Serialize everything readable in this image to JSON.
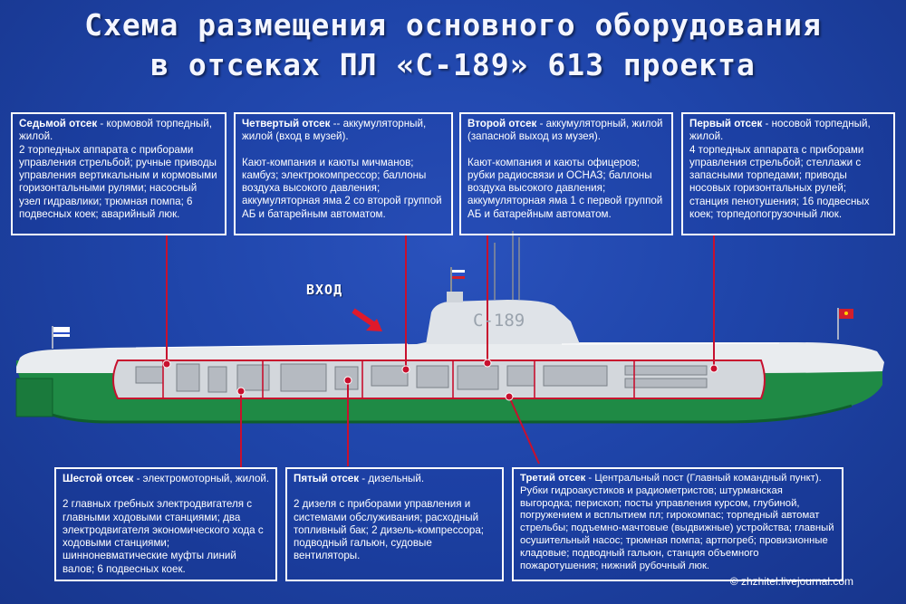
{
  "title": {
    "line1": "Схема размещения основного оборудования",
    "line2": "в отсеках ПЛ «С-189» 613 проекта"
  },
  "entry_label": "ВХОД",
  "sail_label": "С-189",
  "credit": "© zhzhitel.livejournal.com",
  "colors": {
    "background": "#1f45aa",
    "hull_upper": "#e9ecef",
    "hull_lower": "#1f8a45",
    "leader": "#c8102e",
    "text": "#ffffff"
  },
  "compartments": {
    "c7": {
      "head": "Седьмой отсек",
      "sub": " - кормовой торпедный, жилой.",
      "body": "2 торпедных аппарата с приборами управления стрельбой; ручные приводы управления вертикальным и кормовыми горизонтальными рулями; насосный узел гидравлики; трюмная помпа; 6 подвесных коек; аварийный люк."
    },
    "c4": {
      "head": "Четвертый отсек",
      "sub": " -- аккумуляторный, жилой (вход в музей).",
      "body": "Кают-компания и каюты мичманов; камбуз; электрокомпрессор; баллоны воздуха высокого давления; аккумуляторная яма 2 со второй группой АБ и батарейным автоматом."
    },
    "c2": {
      "head": "Второй отсек",
      "sub": " - аккумуляторный, жилой (запасной выход из музея).",
      "body": "Кают-компания и каюты офицеров; рубки радиосвязи и ОСНАЗ; баллоны воздуха высокого давления; аккумуляторная яма 1 с первой группой АБ и батарейным автоматом."
    },
    "c1": {
      "head": "Первый отсек",
      "sub": " - носовой торпедный, жилой.",
      "body": "4 торпедных аппарата с приборами управления стрельбой; стеллажи с запасными торпедами; приводы носовых горизонтальных рулей; станция пенотушения; 16 подвесных коек; торпедопогрузочный люк."
    },
    "c6": {
      "head": "Шестой отсек",
      "sub": " - электромоторный, жилой.",
      "body": "2 главных гребных электродвигателя с главными ходовыми станциями; два электродвигателя экономического хода с ходовыми станциями; шинноневматические муфты линий валов; 6 подвесных коек."
    },
    "c5": {
      "head": "Пятый отсек",
      "sub": " - дизельный.",
      "body": "2 дизеля с приборами управления и системами обслуживания; расходный топливный бак; 2 дизель-компрессора; подводный гальюн, судовые вентиляторы."
    },
    "c3": {
      "head": "Третий отсек",
      "sub": " - Центральный пост (Главный командный пункт).",
      "body": "Рубки гидроакустиков и радиометристов; штурманская выгородка; перископ; посты управления курсом, глубиной, погружением и всплытием пл; гирокомпас; торпедный автомат стрельбы; подъемно-мачтовые (выдвижные) устройства; главный осушительный насос; трюмная помпа; артпогреб; провизионные кладовые; подводный гальюн, станция объемного пожаротушения; нижний рубочный люк."
    }
  }
}
